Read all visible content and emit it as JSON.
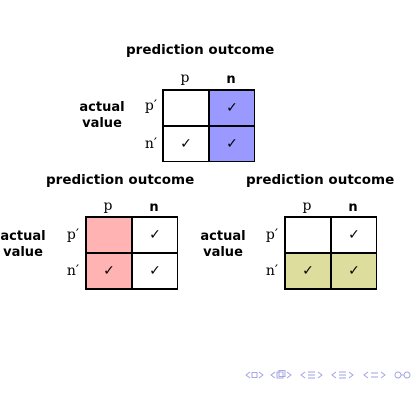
{
  "colors": {
    "empty": "#ffffff",
    "blue": "#9999ff",
    "red": "#ffb3b3",
    "olive": "#dddd9e",
    "nav": "#a0a0e0"
  },
  "matrices": [
    {
      "title": "prediction outcome",
      "axis_line1": "actual",
      "axis_line2": "value",
      "col_p": "p",
      "col_n": "n",
      "row_p": "p′",
      "row_n": "n′",
      "cells": [
        {
          "mark": "",
          "fill": "empty"
        },
        {
          "mark": "✓",
          "fill": "blue"
        },
        {
          "mark": "✓",
          "fill": "empty"
        },
        {
          "mark": "✓",
          "fill": "blue"
        }
      ]
    },
    {
      "title": "prediction outcome",
      "axis_line1": "actual",
      "axis_line2": "value",
      "col_p": "p",
      "col_n": "n",
      "row_p": "p′",
      "row_n": "n′",
      "cells": [
        {
          "mark": "",
          "fill": "red"
        },
        {
          "mark": "✓",
          "fill": "empty"
        },
        {
          "mark": "✓",
          "fill": "red"
        },
        {
          "mark": "✓",
          "fill": "empty"
        }
      ]
    },
    {
      "title": "prediction outcome",
      "axis_line1": "actual",
      "axis_line2": "value",
      "col_p": "p",
      "col_n": "n",
      "row_p": "p′",
      "row_n": "n′",
      "cells": [
        {
          "mark": "",
          "fill": "empty"
        },
        {
          "mark": "✓",
          "fill": "empty"
        },
        {
          "mark": "✓",
          "fill": "olive"
        },
        {
          "mark": "✓",
          "fill": "olive"
        }
      ]
    }
  ],
  "navigation": {
    "icons": [
      "nav-prev-frame-icon",
      "nav-prev-subsection-icon",
      "nav-prev-section-icon",
      "nav-prev-page-icon",
      "nav-align-icon",
      "nav-search-icon"
    ]
  }
}
